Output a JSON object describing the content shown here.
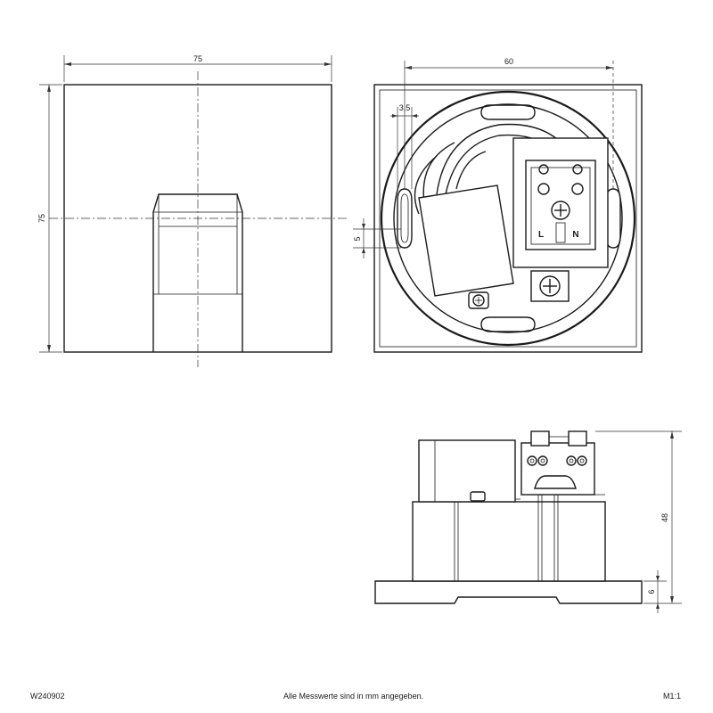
{
  "dimensions": {
    "front_width": "75",
    "front_height": "75",
    "rear_width": "60",
    "hole_offset": "3,5",
    "hole_height": "5",
    "side_height": "48",
    "base_height": "6"
  },
  "terminals": {
    "left": "L",
    "right": "N"
  },
  "footer": {
    "code": "W240902",
    "note": "Alle Messwerte sind in mm angegeben.",
    "scale": "M1:1"
  }
}
